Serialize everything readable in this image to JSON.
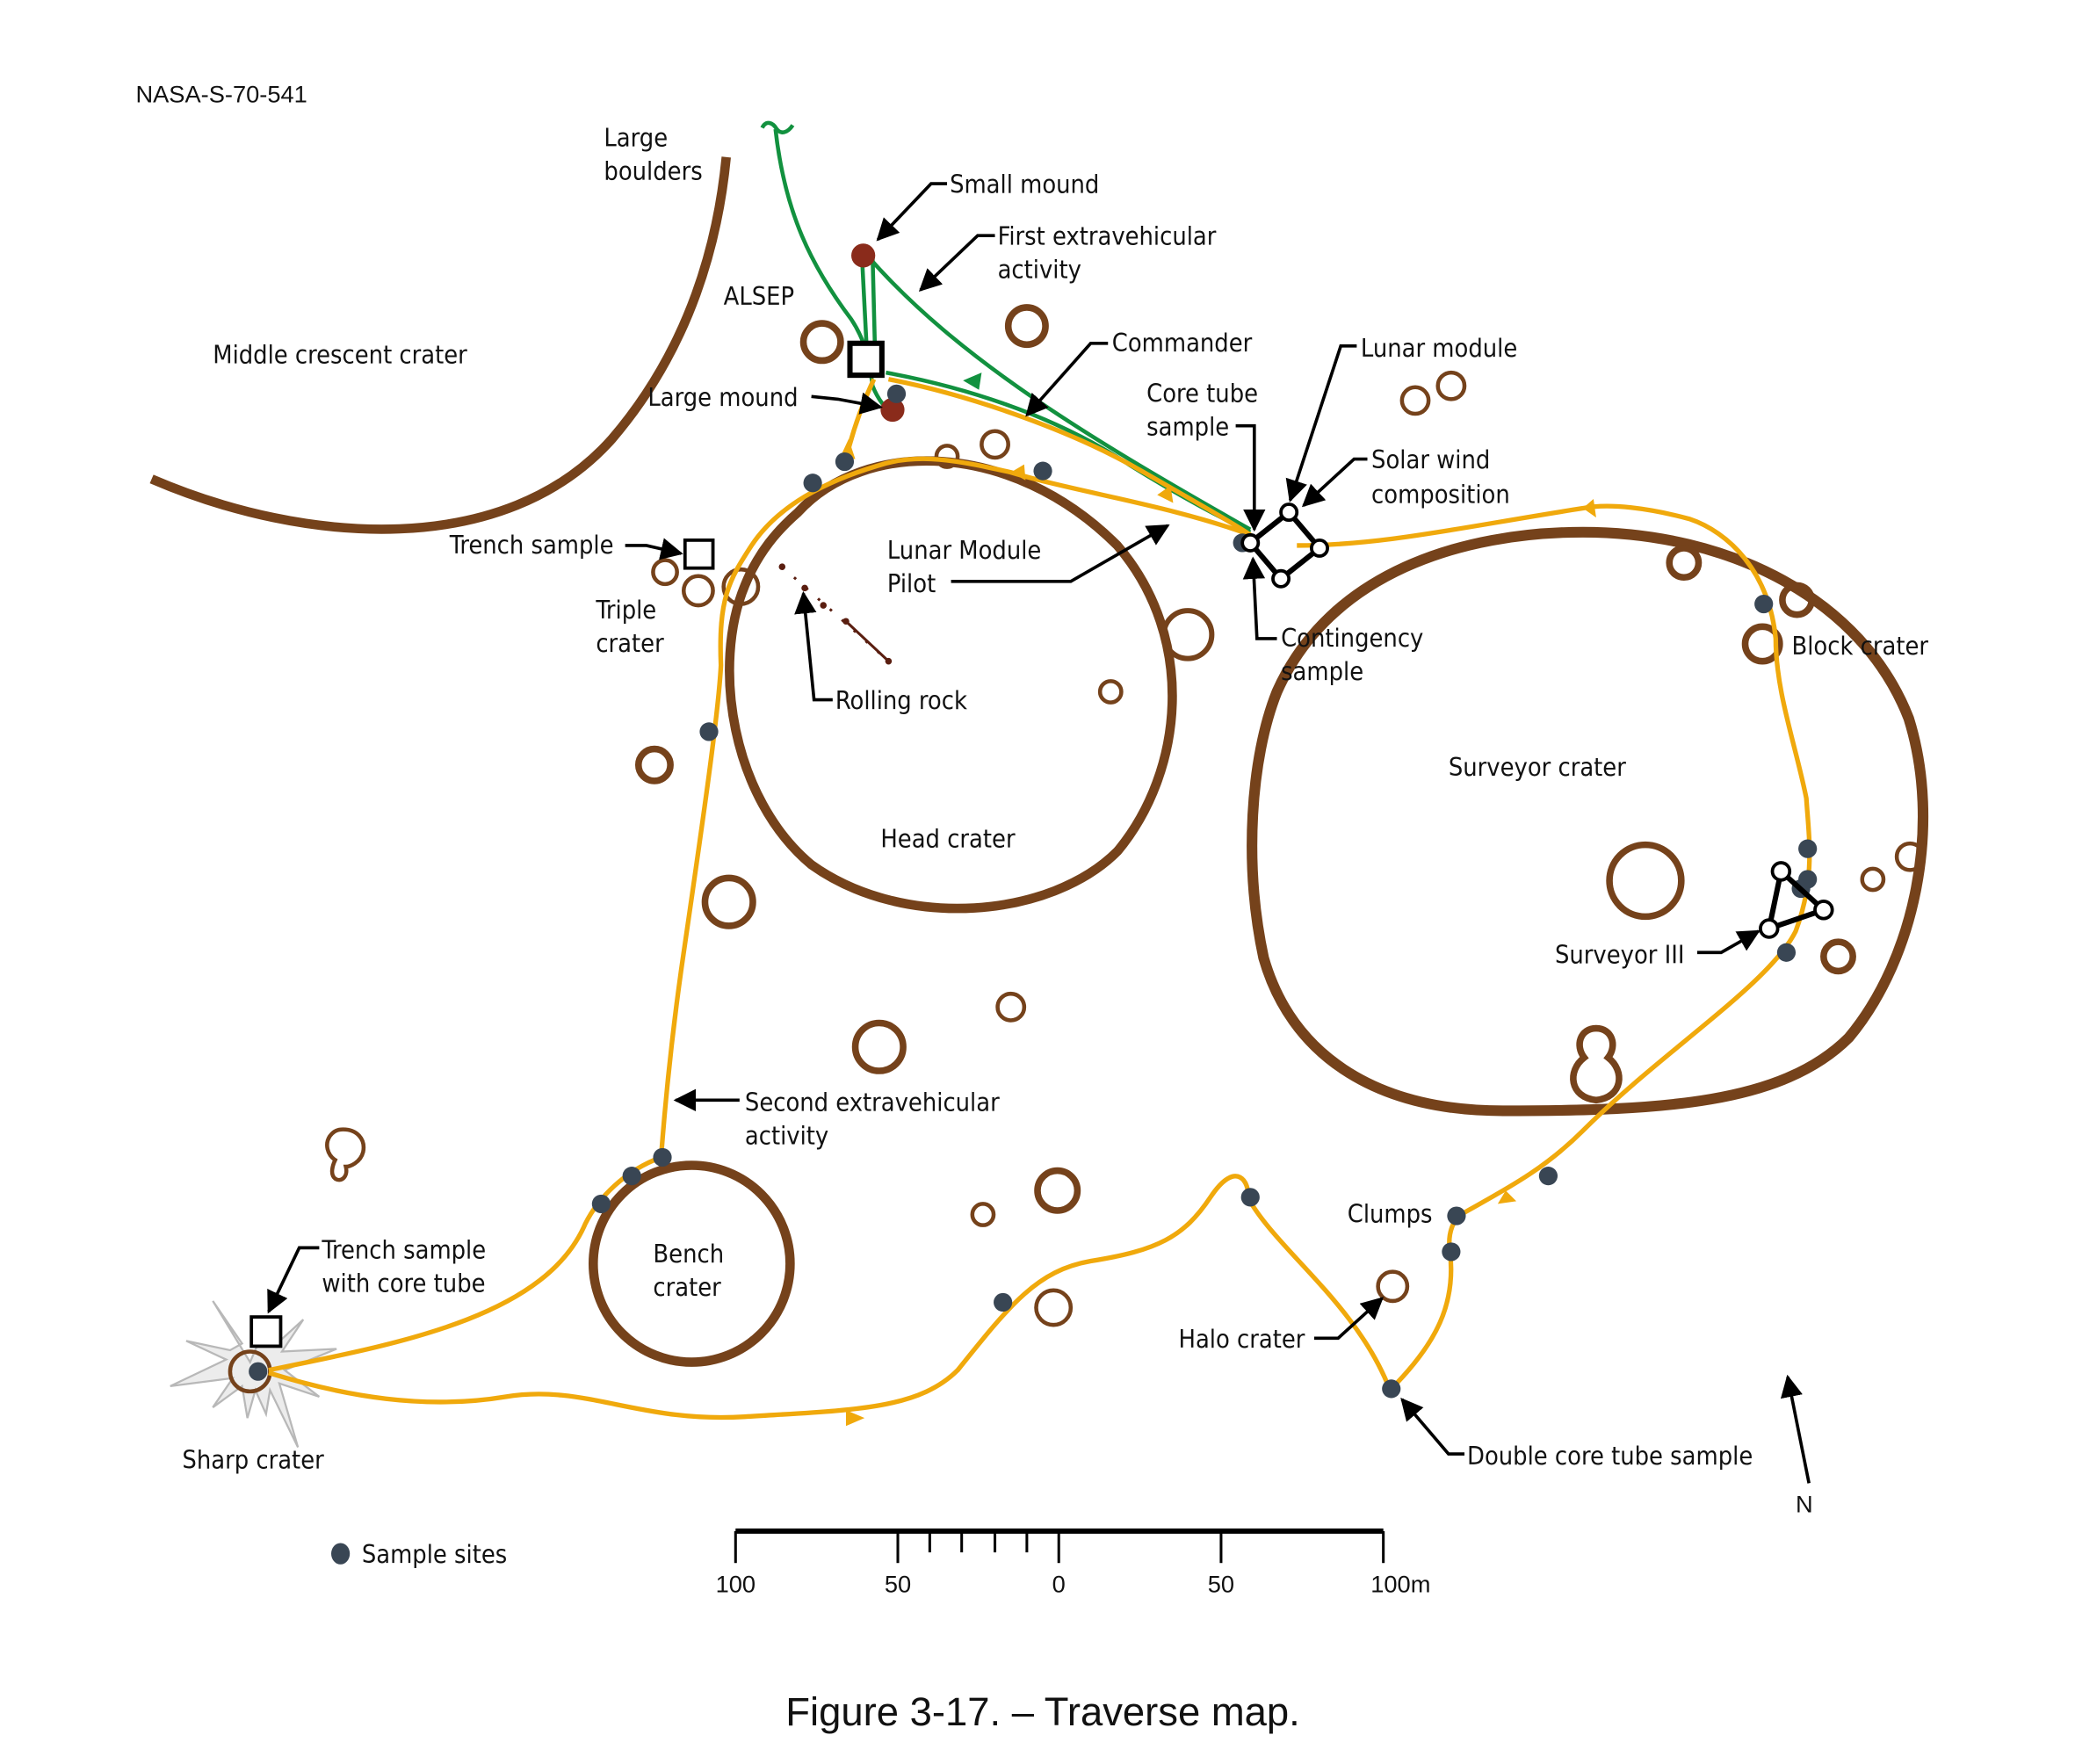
{
  "figure_id": "NASA-S-70-541",
  "caption": "Figure 3-17. – Traverse map.",
  "colors": {
    "crater": "#75421b",
    "first_eva": "#12913f",
    "second_eva": "#f0a90c",
    "sample_site": "#394654",
    "mound": "#8a2b1b",
    "ray_fill": "#ececec",
    "ray_stroke": "#b8b8b8"
  },
  "labels": {
    "large_boulders": [
      "Large",
      "boulders"
    ],
    "middle_crescent": "Middle crescent crater",
    "small_mound": "Small mound",
    "first_eva": [
      "First extravehicular",
      "activity"
    ],
    "alsep": "ALSEP",
    "commander": "Commander",
    "lunar_module": "Lunar module",
    "core_tube": [
      "Core tube",
      "sample"
    ],
    "solar_wind": [
      "Solar wind",
      "composition"
    ],
    "large_mound": "Large mound",
    "trench_sample": "Trench sample",
    "triple_crater": [
      "Triple",
      "crater"
    ],
    "lm_pilot": [
      "Lunar Module",
      "Pilot"
    ],
    "contingency": [
      "Contingency",
      "sample"
    ],
    "block_crater": "Block crater",
    "rolling_rock": "Rolling rock",
    "surveyor_crater": "Surveyor crater",
    "head_crater": "Head crater",
    "surveyor_iii": "Surveyor III",
    "second_eva": [
      "Second extravehicular",
      "activity"
    ],
    "trench_core": [
      "Trench sample",
      "with core tube"
    ],
    "bench_crater": [
      "Bench",
      "crater"
    ],
    "clumps": "Clumps",
    "halo_crater": "Halo crater",
    "sharp_crater": "Sharp crater",
    "double_core": "Double core tube sample",
    "north": "N"
  },
  "legend": {
    "sample_sites": "Sample sites"
  },
  "scale_bar": {
    "unit": "m",
    "ticks": [
      "100",
      "50",
      "0",
      "50",
      "100m"
    ],
    "minor_ticks_between_50_and_0": 4
  }
}
